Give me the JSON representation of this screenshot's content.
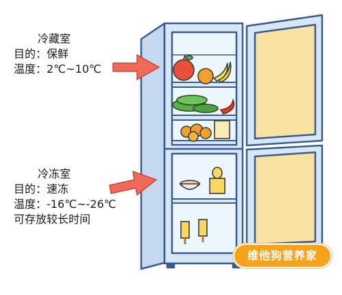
{
  "fridge": {
    "title": "冷藏室",
    "purpose": "目的：保鲜",
    "temperature": "温度：2℃~10℃"
  },
  "freezer": {
    "title": "冷冻室",
    "purpose": "目的：速冻",
    "temperature": "温度：-16℃~-26℃",
    "note": "可存放较长时间"
  },
  "watermark": "维他狗营养家",
  "colors": {
    "fridge_body": "#d6e7f7",
    "fridge_outline": "#3a5a8c",
    "door_panel": "#f7e2a4",
    "arrow": "#f06a5a"
  }
}
